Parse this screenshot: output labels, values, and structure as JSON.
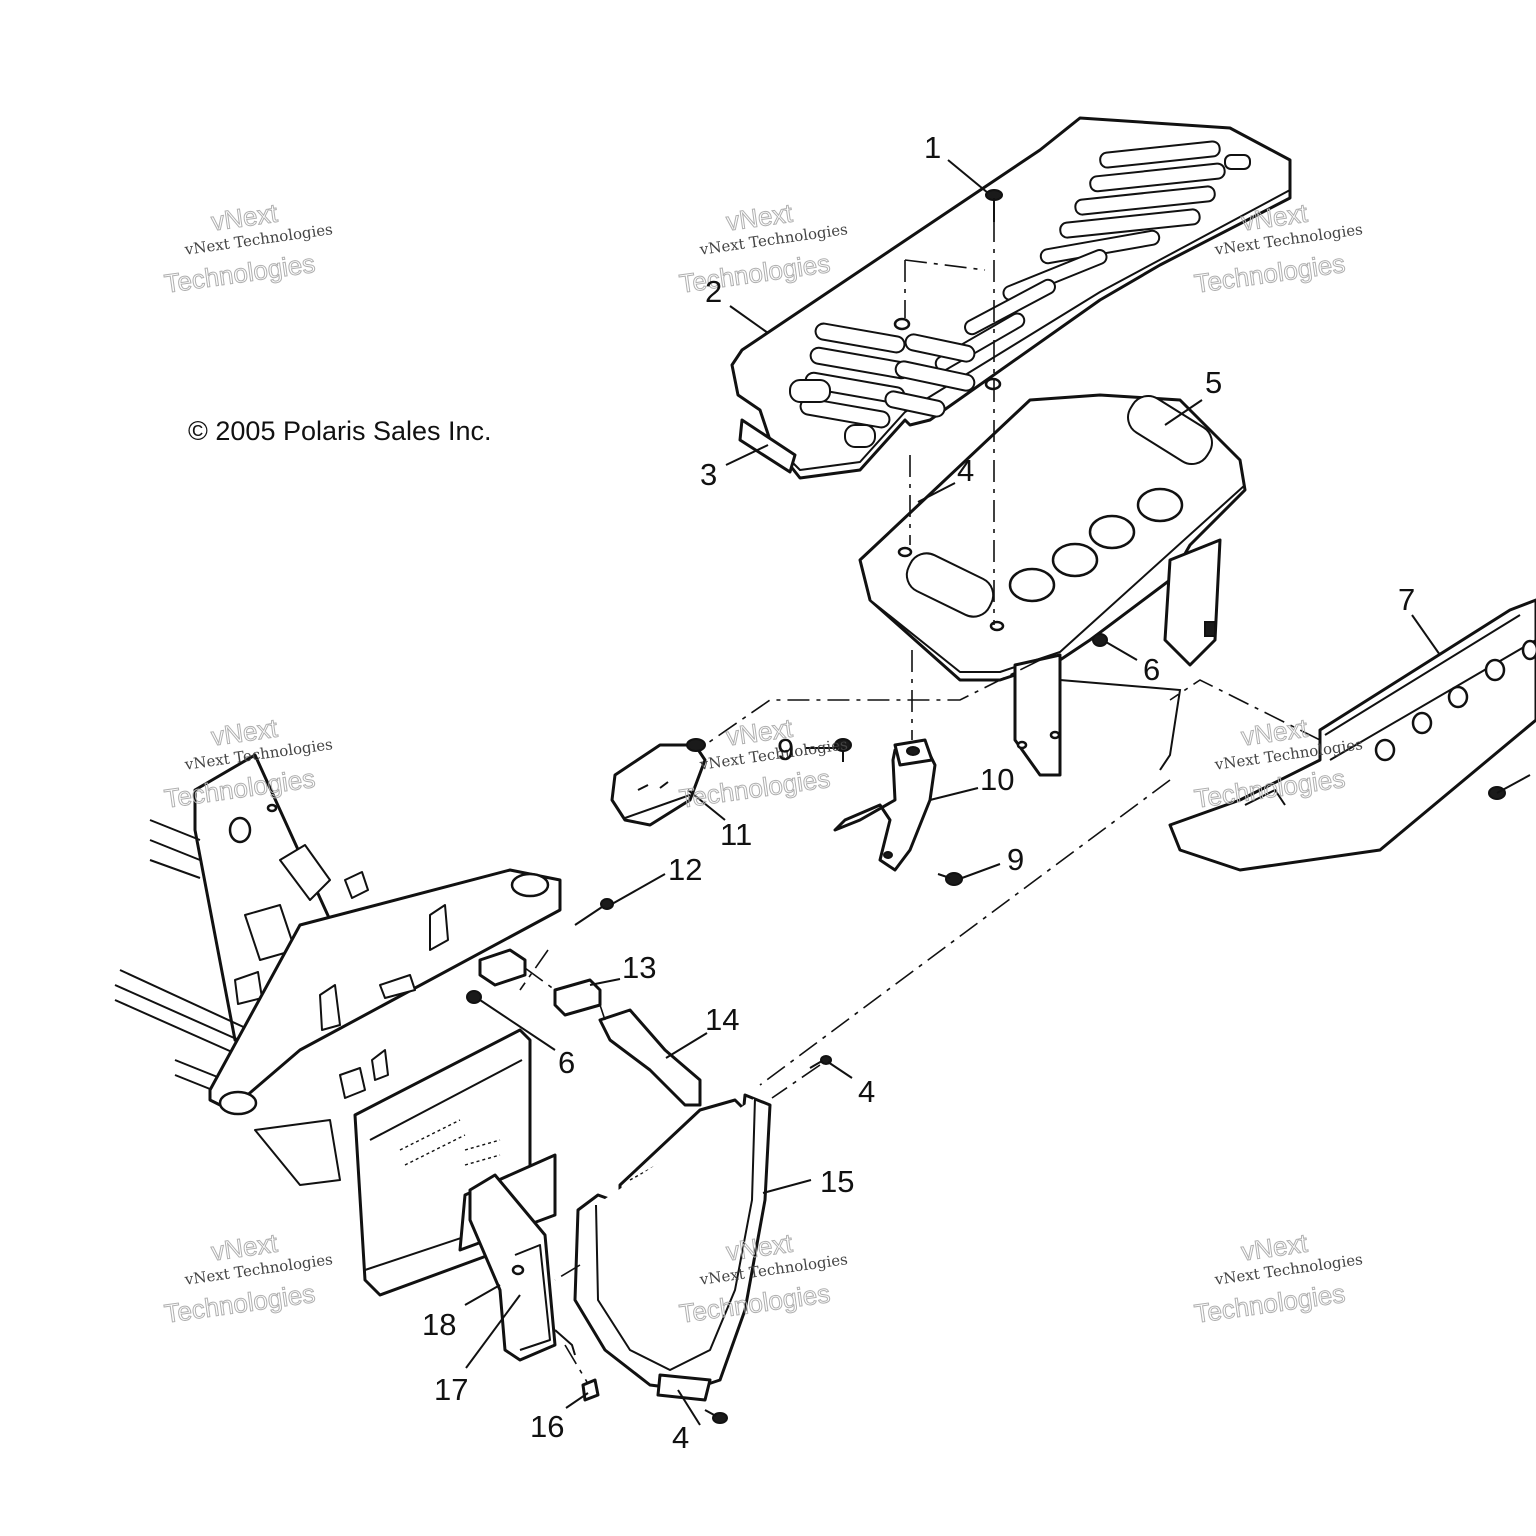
{
  "copyright": "© 2005 Polaris Sales Inc.",
  "watermark": {
    "line_small": "vNext Technologies",
    "line_big_1": "vNext",
    "line_big_2": "Technologies"
  },
  "callouts": [
    "1",
    "2",
    "3",
    "4",
    "5",
    "6",
    "7",
    "9",
    "10",
    "11",
    "12",
    "13",
    "14",
    "4",
    "15",
    "18",
    "17",
    "16",
    "4",
    "9",
    "6"
  ]
}
